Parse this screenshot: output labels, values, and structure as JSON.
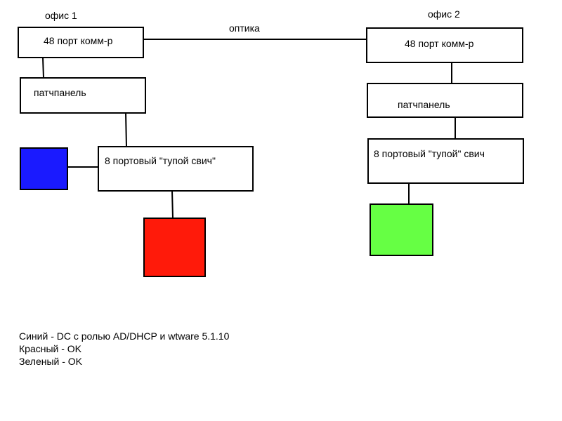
{
  "office1": {
    "title": "офис 1",
    "switch48_label": "48 порт комм-р",
    "patchpanel_label": "патчпанель",
    "switch8_label": "8 портовый \"тупой свич\"",
    "devices": [
      {
        "color": "#1a1aff",
        "meaning": "Синий"
      },
      {
        "color": "#ff1a0a",
        "meaning": "Красный"
      }
    ]
  },
  "office2": {
    "title": "офис 2",
    "switch48_label": "48 порт комм-р",
    "patchpanel_label": "патчпанель",
    "switch8_label": "8 портовый \"тупой\" свич",
    "devices": [
      {
        "color": "#66ff44",
        "meaning": "Зеленый"
      }
    ]
  },
  "link": {
    "label": "оптика"
  },
  "legend": [
    {
      "color_name": "Синий",
      "text": "Синий - DC с ролью AD/DHCP и wtware 5.1.10"
    },
    {
      "color_name": "Красный",
      "text": "Красный -  OK"
    },
    {
      "color_name": "Зеленый",
      "text": "Зеленый - OK"
    }
  ]
}
